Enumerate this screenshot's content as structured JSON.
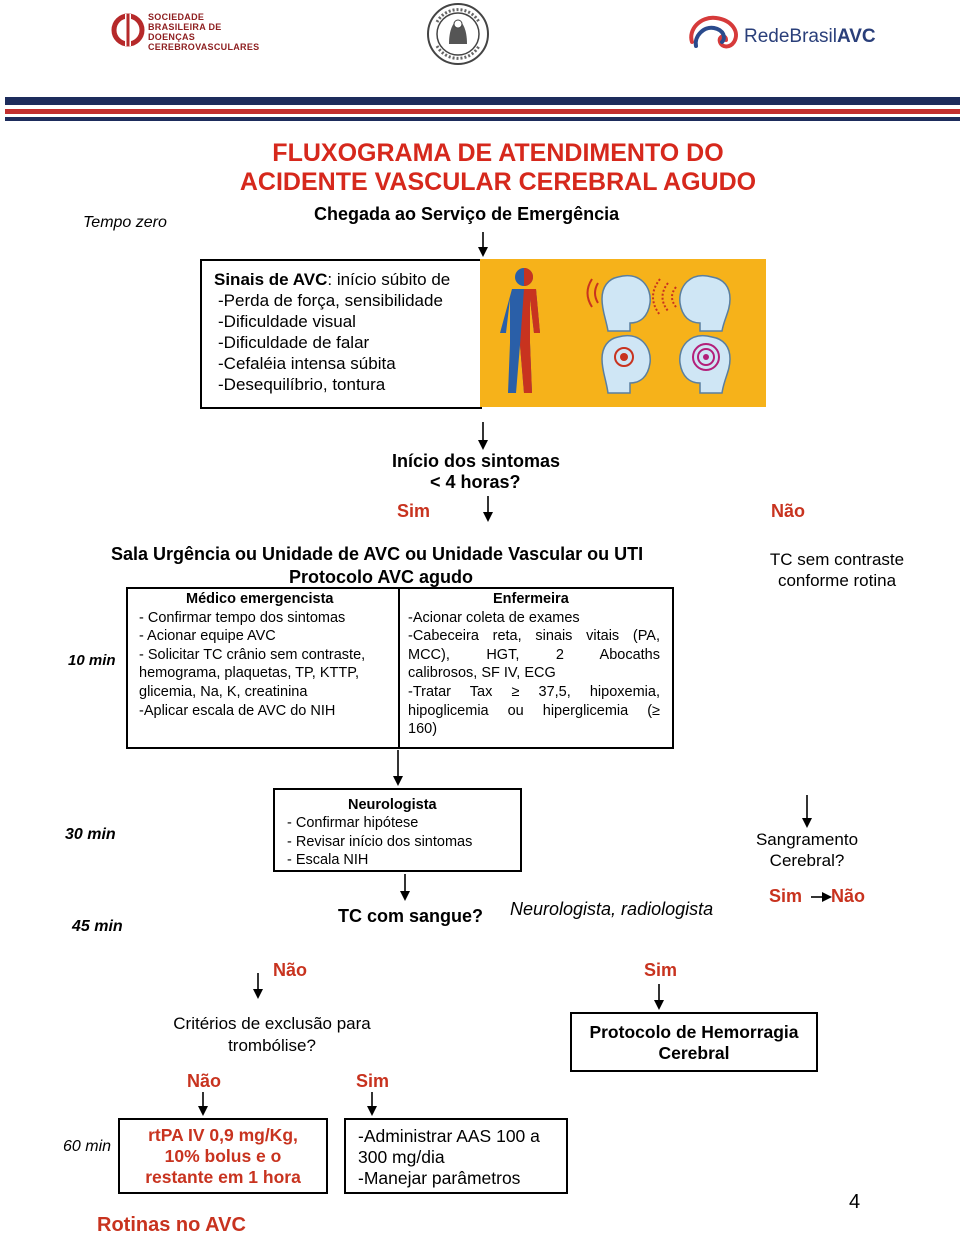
{
  "logos": {
    "sbdcv": "SOCIEDADE BRASILEIRA DE DOENÇAS CEREBROVASCULARES",
    "seal": "ACADEMIA BRASILEIRA DE NEUROLOGIA",
    "rede": "RedeBrasilAVC",
    "rede_a": "RedeBrasil",
    "rede_b": "AVC"
  },
  "title": {
    "line1": "FLUXOGRAMA DE ATENDIMENTO DO",
    "line2": "ACIDENTE VASCULAR CEREBRAL AGUDO"
  },
  "times": {
    "t0": "Tempo zero",
    "t10": "10 min",
    "t30": "30 min",
    "t45": "45 min",
    "t60": "60 min"
  },
  "arrival": "Chegada ao Serviço de Emergência",
  "signs": {
    "title_bold": "Sinais de AVC",
    "title_rest": ": início súbito de",
    "items": [
      "-Perda de força, sensibilidade",
      "-Dificuldade visual",
      "-Dificuldade de falar",
      "-Cefaléia intensa súbita",
      "-Desequilíbrio, tontura"
    ]
  },
  "onset": {
    "line1": "Início dos sintomas",
    "line2": "< 4 horas?",
    "yes": "Sim",
    "no": "Não"
  },
  "ward": {
    "line1": "Sala Urgência ou Unidade de AVC ou Unidade Vascular ou UTI",
    "line2": "Protocolo AVC agudo"
  },
  "doctor": {
    "title": "Médico emergencista",
    "items": [
      "- Confirmar tempo dos sintomas",
      "- Acionar equipe AVC",
      "- Solicitar TC crânio sem contraste,",
      "hemograma, plaquetas, TP, KTTP,",
      "glicemia, Na, K, creatinina",
      "-Aplicar escala de AVC do NIH"
    ]
  },
  "nurse": {
    "title": "Enfermeira",
    "items": [
      "-Acionar coleta de exames",
      "-Cabeceira reta, sinais vitais (PA,",
      "MCC), HGT, 2 Abocaths",
      "calibrosos, SF IV, ECG",
      "-Tratar Tax ≥ 37,5, hipoxemia,",
      "hipoglicemia ou hiperglicemia (≥",
      "160)"
    ]
  },
  "tc_routine": {
    "line1": "TC sem contraste",
    "line2": "conforme rotina"
  },
  "neuro": {
    "title": "Neurologista",
    "items": [
      "- Confirmar hipótese",
      "- Revisar início dos sintomas",
      "- Escala NIH"
    ]
  },
  "bleed_q": {
    "line1": "Sangramento",
    "line2": "Cerebral?",
    "yes": "Sim",
    "no": "Não"
  },
  "tc_blood": "TC com sangue?",
  "neuro_radio": "Neurologista, radiologista",
  "branch": {
    "no": "Não",
    "yes": "Sim"
  },
  "exclusion": {
    "line1": "Critérios de exclusão para",
    "line2": "trombólise?",
    "no": "Não",
    "yes": "Sim"
  },
  "hemorrhage": {
    "line1": "Protocolo de Hemorragia",
    "line2": "Cerebral"
  },
  "rtpa": {
    "line1": "rtPA IV 0,9 mg/Kg,",
    "line2": "10% bolus e o",
    "line3": "restante em 1 hora"
  },
  "aas": {
    "line1": "-Administrar AAS 100 a",
    "line2": "300  mg/dia",
    "line3": "-Manejar parâmetros"
  },
  "page_number": "4",
  "footer": "Rotinas no AVC",
  "colors": {
    "title_red": "#d6281c",
    "answer_red": "#c8331f",
    "header_navy": "#1d2c5c",
    "header_red": "#c12f2f",
    "figure_bg": "#f6b21a"
  }
}
